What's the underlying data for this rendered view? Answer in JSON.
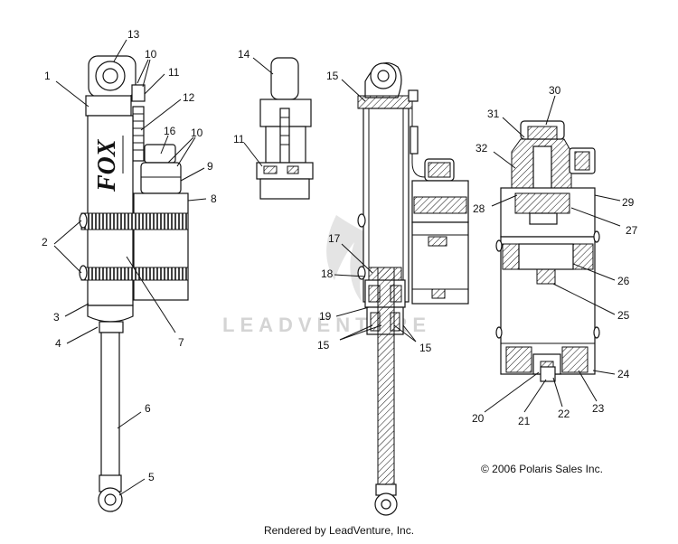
{
  "callouts": [
    "13",
    "1",
    "10",
    "11",
    "12",
    "16",
    "10",
    "9",
    "8",
    "2",
    "3",
    "4",
    "7",
    "6",
    "5",
    "14",
    "11",
    "15",
    "17",
    "18",
    "19",
    "15",
    "15",
    "30",
    "31",
    "32",
    "28",
    "29",
    "27",
    "26",
    "25",
    "24",
    "20",
    "21",
    "22",
    "23"
  ],
  "watermark": "LEADVENTURE",
  "copyright": "© 2006 Polaris Sales Inc.",
  "footer": "Rendered by LeadVenture, Inc."
}
